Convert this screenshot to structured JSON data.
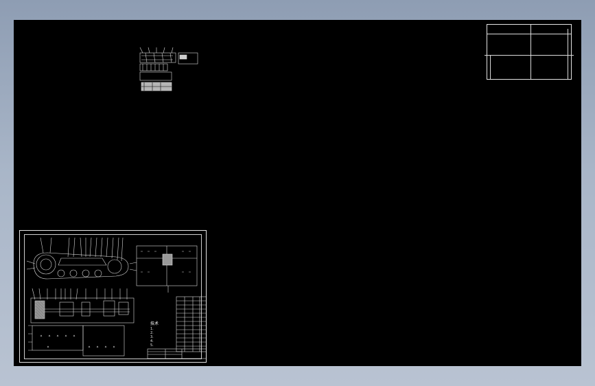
{
  "app": {
    "background": "model-space",
    "theme": "dark"
  },
  "colors": {
    "canvas": "#000000",
    "linework": "#e6e6e6",
    "frame": "#8e9db3"
  },
  "drawing": {
    "notes_title": "技术",
    "notes": [
      "1.",
      "2.",
      "3.",
      "4.",
      "5."
    ]
  }
}
